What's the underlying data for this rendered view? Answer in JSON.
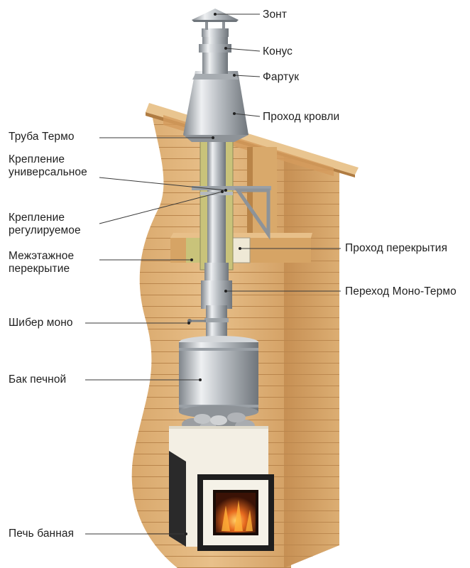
{
  "labels": {
    "zont": "Зонт",
    "konus": "Конус",
    "fartuk": "Фартук",
    "prohod_krovli": "Проход кровли",
    "truba_termo": "Труба Термо",
    "kreplenie_univ_1": "Крепление",
    "kreplenie_univ_2": "универсальное",
    "kreplenie_reg_1": "Крепление",
    "kreplenie_reg_2": "регулируемое",
    "mezh_1": "Межэтажное",
    "mezh_2": "перекрытие",
    "prohod_perekrytiya": "Проход перекрытия",
    "perehod": "Переход Моно-Термо",
    "shiber": "Шибер моно",
    "bak": "Бак печной",
    "pech": "Печь банная"
  },
  "colors": {
    "wood_light": "#e2b77f",
    "wood_dark": "#c48f55",
    "steel_light": "#e6e8ea",
    "steel_dark": "#8e9398",
    "insulation": "#c9c37a",
    "stove_body": "#f3efe4",
    "stove_side": "#2a2a2a",
    "fire": "#d8501c"
  }
}
